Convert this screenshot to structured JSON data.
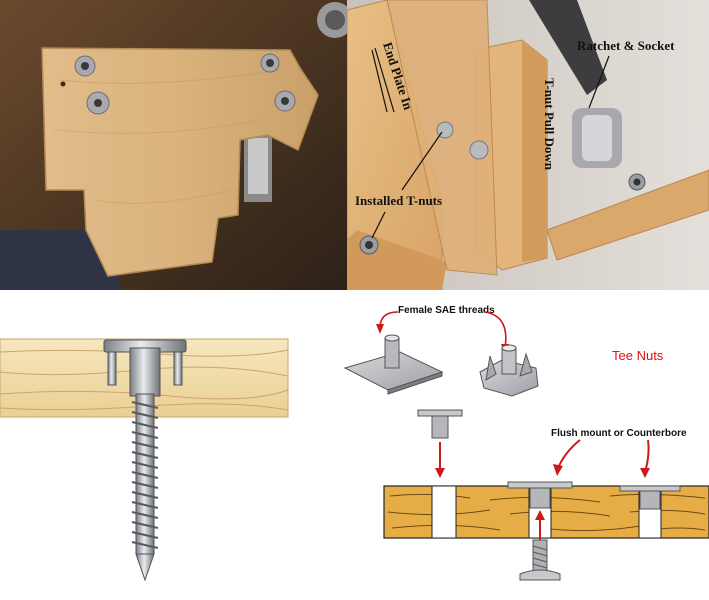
{
  "panels": {
    "top_right": {
      "labels": {
        "end_plate": "End Plate In",
        "ratchet": "Ratchet & Socket",
        "tnut_pull": "T-nut Pull Down",
        "installed": "Installed T-nuts"
      }
    },
    "bottom_right": {
      "labels": {
        "female_threads": "Female SAE threads",
        "title": "Tee Nuts",
        "flush_mount": "Flush mount or Counterbore"
      }
    }
  },
  "colors": {
    "label_red": "#e01010",
    "wood": "#e6ad46",
    "plywood": "#d9b27c",
    "arrow_red": "#cc1a1a"
  }
}
